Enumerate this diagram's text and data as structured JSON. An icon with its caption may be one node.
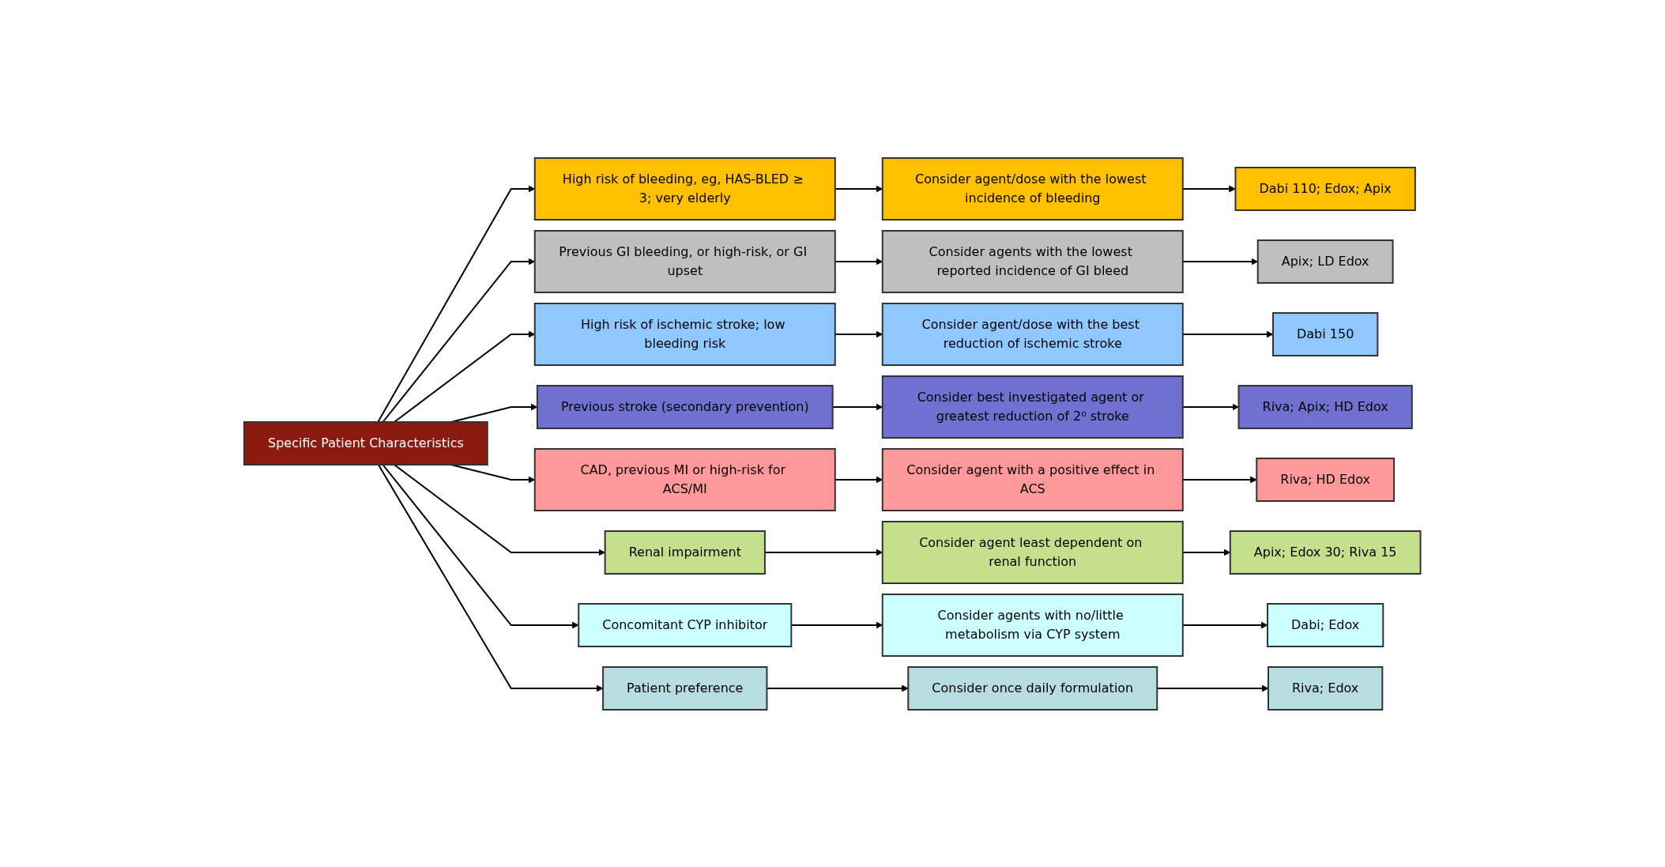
{
  "diagram": {
    "nodes": [
      {
        "text": [
          "Specific Patient Characteristics"
        ]
      },
      {
        "text": [
          "High risk of bleeding, eg, HAS-BLED ≥ 3; very elderly"
        ]
      },
      {
        "text": [
          "Consider agent/dose with the lowest incidence of bleeding"
        ]
      },
      {
        "text": [
          "Dabi 110; Edox; Apix"
        ]
      },
      {
        "text": [
          "Previous GI bleeding, or high-risk, or GI upset"
        ]
      },
      {
        "text": [
          "Consider agents with the lowest reported incidence of GI bleed"
        ]
      },
      {
        "text": [
          "Apix; LD Edox"
        ]
      },
      {
        "text": [
          "High risk of ischemic stroke; low bleeding risk"
        ]
      },
      {
        "text": [
          "Consider agent/dose with the best reduction of ischemic stroke"
        ]
      },
      {
        "text": [
          "Dabi 150"
        ]
      },
      {
        "text": [
          "Previous stroke (secondary prevention)"
        ]
      },
      {
        "text": [
          "Consider best investigated agent or greatest reduction of 2⁰ stroke"
        ]
      },
      {
        "text": [
          "Riva; Apix; HD Edox"
        ]
      },
      {
        "text": [
          "CAD, previous MI or high-risk for ACS/MI"
        ]
      },
      {
        "text": [
          "Consider agent with a positive effect in ACS"
        ]
      },
      {
        "text": [
          "Riva; HD Edox"
        ]
      },
      {
        "text": [
          "Renal impairment"
        ]
      },
      {
        "text": [
          "Consider agent least dependent on renal function"
        ]
      },
      {
        "text": [
          "Apix; Edox 30; Riva 15"
        ]
      },
      {
        "text": [
          "Concomitant CYP inhibitor"
        ]
      },
      {
        "text": [
          "Consider agents with no/little metabolism via CYP system"
        ]
      },
      {
        "text": [
          "Dabi; Edox"
        ]
      },
      {
        "text": [
          "Patient preference"
        ]
      },
      {
        "text": [
          "Consider once daily formulation"
        ]
      },
      {
        "text": [
          "Riva; Edox"
        ]
      }
    ],
    "edges": [
      {
        "from": 0,
        "to": 1,
        "arrow": "to"
      },
      {
        "from": 0,
        "to": 4,
        "arrow": "to"
      },
      {
        "from": 0,
        "to": 7,
        "arrow": "to"
      },
      {
        "from": 0,
        "to": 10,
        "arrow": "to"
      },
      {
        "from": 0,
        "to": 13,
        "arrow": "to"
      },
      {
        "from": 0,
        "to": 16,
        "arrow": "to"
      },
      {
        "from": 0,
        "to": 19,
        "arrow": "to"
      },
      {
        "from": 0,
        "to": 22,
        "arrow": "to"
      },
      {
        "from": 1,
        "to": 2,
        "arrow": "to"
      },
      {
        "from": 2,
        "to": 3,
        "arrow": "to"
      },
      {
        "from": 4,
        "to": 5,
        "arrow": "to"
      },
      {
        "from": 5,
        "to": 6,
        "arrow": "to"
      },
      {
        "from": 7,
        "to": 8,
        "arrow": "to"
      },
      {
        "from": 8,
        "to": 9,
        "arrow": "to"
      },
      {
        "from": 10,
        "to": 11,
        "arrow": "to"
      },
      {
        "from": 11,
        "to": 12,
        "arrow": "to"
      },
      {
        "from": 13,
        "to": 14,
        "arrow": "to"
      },
      {
        "from": 14,
        "to": 15,
        "arrow": "to"
      },
      {
        "from": 16,
        "to": 17,
        "arrow": "to"
      },
      {
        "from": 17,
        "to": 18,
        "arrow": "to"
      },
      {
        "from": 19,
        "to": 20,
        "arrow": "to"
      },
      {
        "from": 20,
        "to": 21,
        "arrow": "to"
      },
      {
        "from": 22,
        "to": 23,
        "arrow": "to"
      },
      {
        "from": 23,
        "to": 24,
        "arrow": "to"
      }
    ]
  }
}
